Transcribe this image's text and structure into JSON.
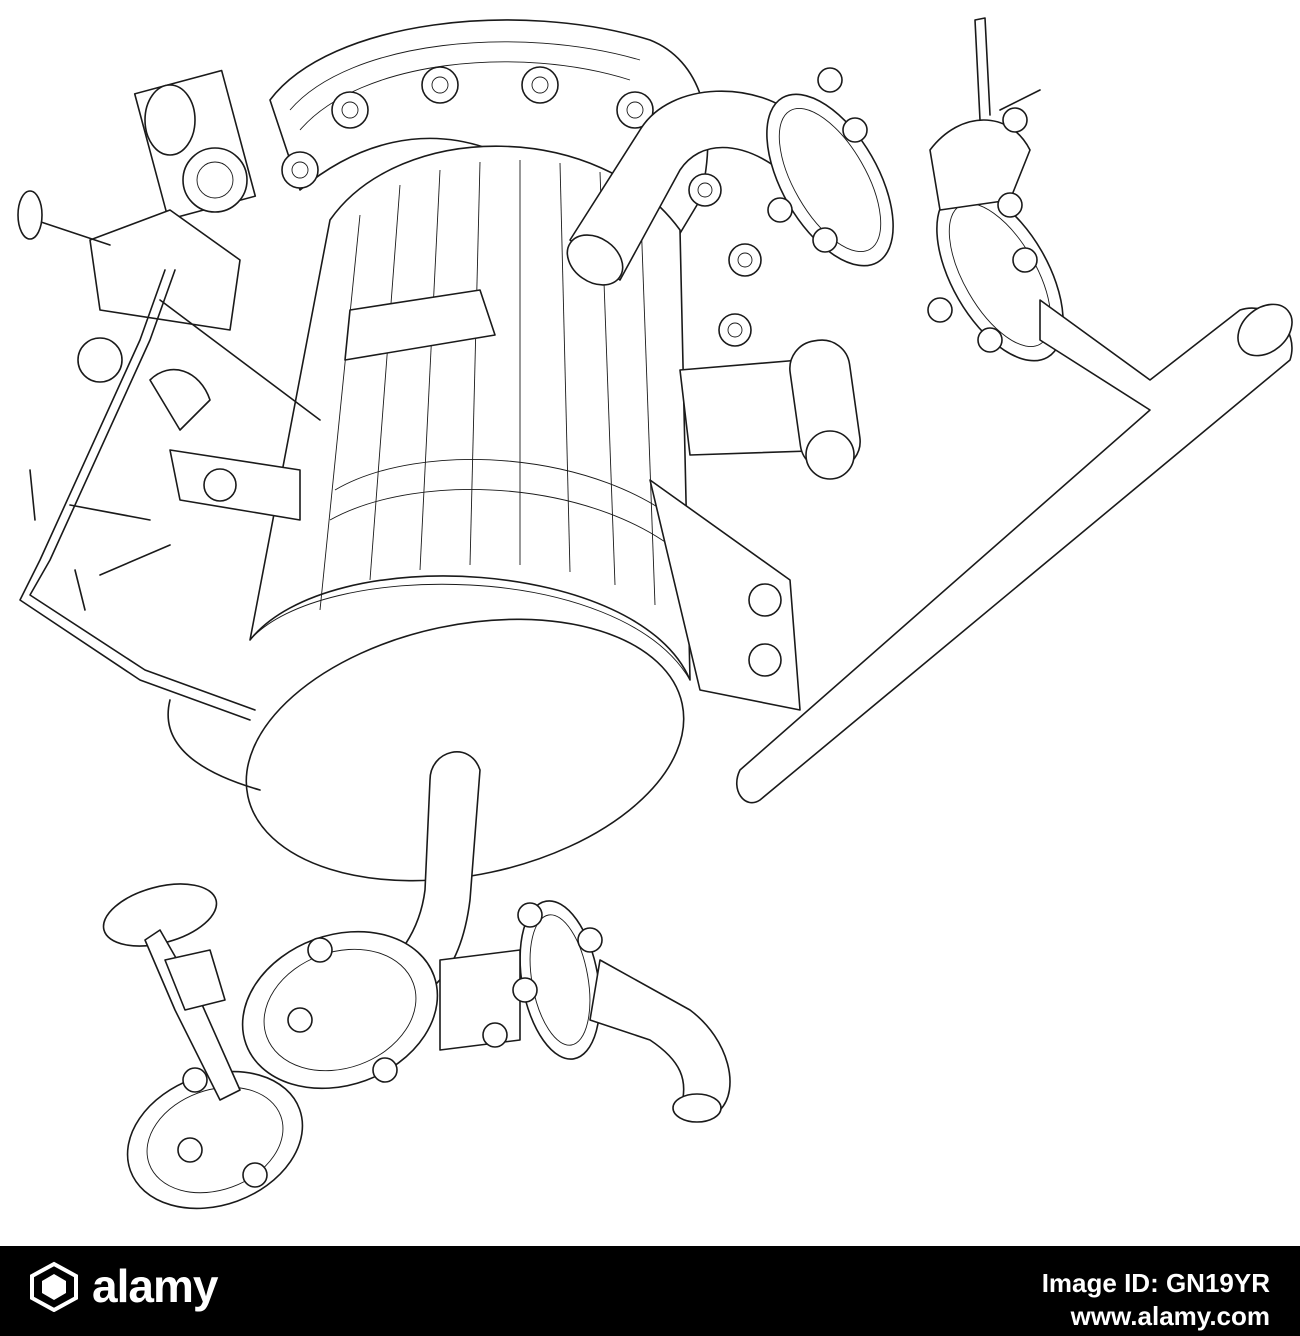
{
  "footer": {
    "brand": "alamy",
    "image_id": "Image ID: GN19YR",
    "site": "www.alamy.com"
  },
  "colors": {
    "ink": "#1a1a1a",
    "paper": "#ffffff",
    "footer_bg": "#000000",
    "footer_text": "#ffffff"
  }
}
